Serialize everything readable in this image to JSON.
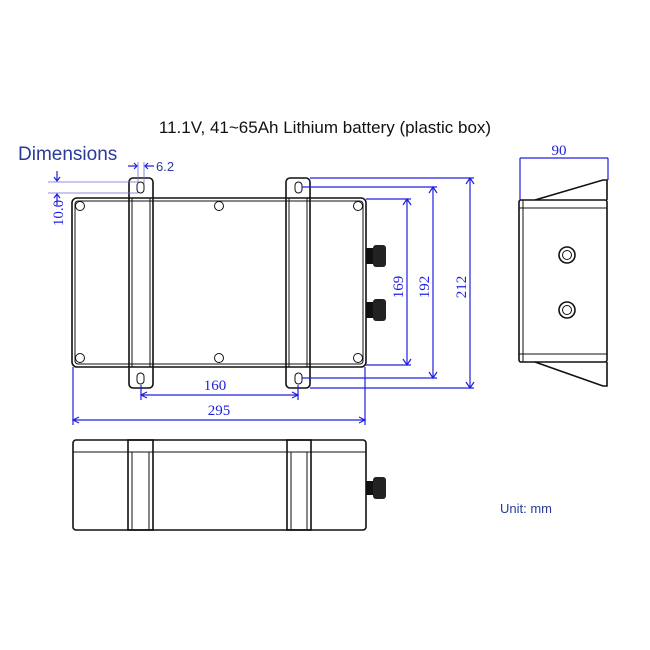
{
  "title": "11.1V,  41~65Ah Lithium battery (plastic box)",
  "section_label": "Dimensions",
  "dimensions": {
    "slot_width": "6.2",
    "tab_offset": "10.0",
    "strap_spacing": "160",
    "length": "295",
    "height_inner": "169",
    "height_tabs": "192",
    "height_total": "212",
    "depth": "90"
  },
  "unit_label": "Unit: mm",
  "colors": {
    "dimension": "#2020e0",
    "outline": "#111111",
    "label": "#2a3a9a"
  }
}
